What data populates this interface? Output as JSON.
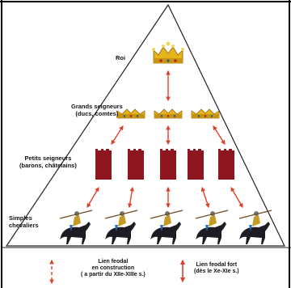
{
  "levels": {
    "roi": {
      "label": "Roi"
    },
    "grands": {
      "label": "Grands seigneurs",
      "sub": "(ducs, comtes)"
    },
    "petits": {
      "label": "Petits seigneurs",
      "sub": "(barons, châtelains)"
    },
    "chevaliers": {
      "label": "Simples",
      "sub": "chevaliers"
    }
  },
  "legend": {
    "construction": {
      "line1": "Lien feodal",
      "line2": "en construction",
      "line3": "( a partir du XIIe-XIIIe s.)"
    },
    "fort": {
      "line1": "Lien feodal fort",
      "line2": "(dès le Xe-XIe s.)"
    }
  },
  "colors": {
    "arrow": "#e0402a",
    "tower": "#8e1620",
    "crown": "#d8a516",
    "outline": "#222222"
  },
  "icons": {
    "roi": "crown-icon",
    "grands": "coronet-icon",
    "petits": "tower-icon",
    "chevaliers": "knight-icon"
  }
}
